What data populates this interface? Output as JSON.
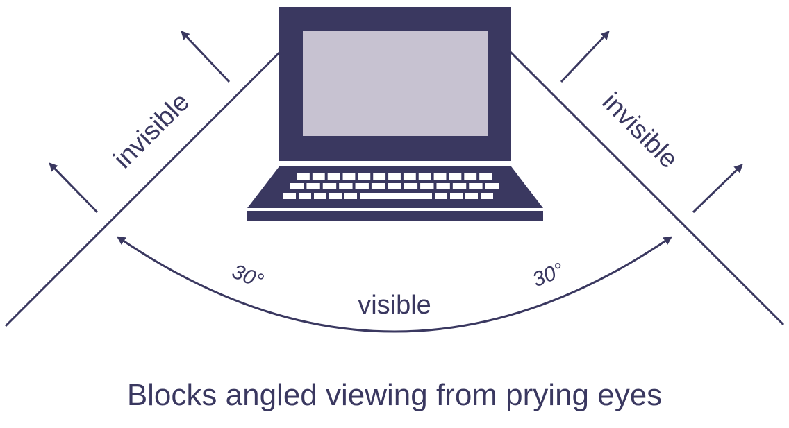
{
  "colors": {
    "ink": "#3a3860",
    "screen": "#c7c2d1",
    "key": "#ffffff",
    "background": "#ffffff"
  },
  "labels": {
    "invisible_left": "invisible",
    "invisible_right": "invisible",
    "visible": "visible",
    "angle_left": "30°",
    "angle_right": "30°"
  },
  "caption": "Blocks angled viewing from prying eyes",
  "icons": {
    "laptop": "laptop-icon",
    "arrow": "arrow-icon"
  }
}
